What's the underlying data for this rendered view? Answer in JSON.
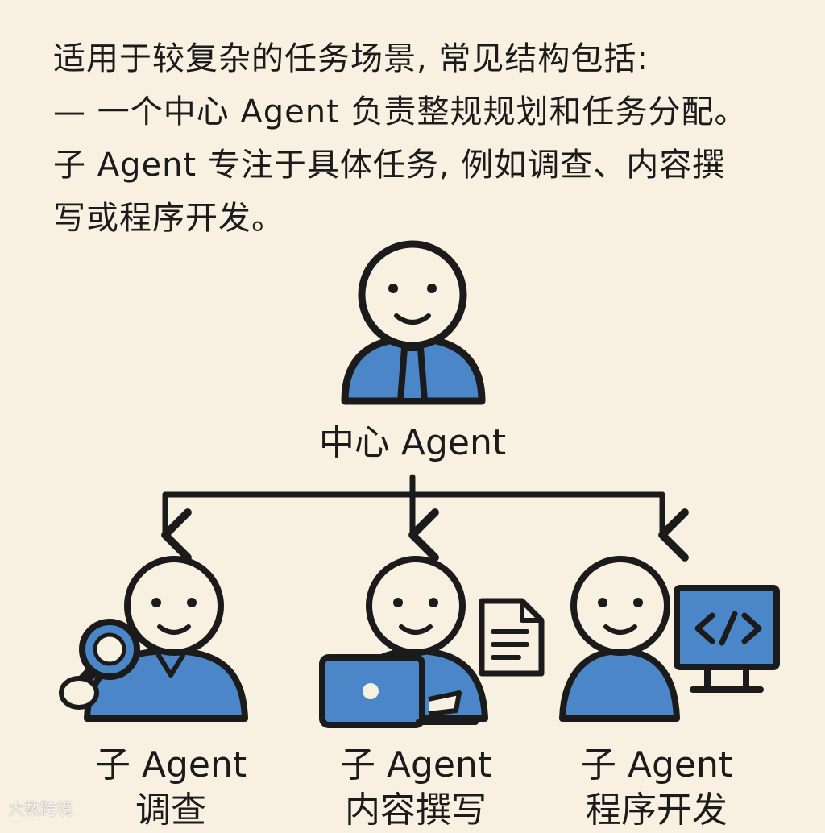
{
  "intro": {
    "lines": [
      "适用于较复杂的任务场景, 常见结构包括:",
      "— 一个中心 Agent 负责整规规划和任务分配。",
      "子 Agent 专注于具体任务, 例如调查、内容撰",
      "写或程序开发。"
    ]
  },
  "center_agent": {
    "label": "中心 Agent"
  },
  "sub_agents": [
    {
      "title": "子 Agent",
      "role": "调查",
      "prop": "magnifier-icon"
    },
    {
      "title": "子 Agent",
      "role": "内容撰写",
      "prop": "laptop-icon"
    },
    {
      "title": "子 Agent",
      "role": "程序开发",
      "prop": "monitor-code-icon"
    }
  ],
  "watermark": "大数跨境",
  "colors": {
    "background": "#f8f1e2",
    "accent_blue": "#4a86c8",
    "stroke": "#1b1b1b"
  }
}
